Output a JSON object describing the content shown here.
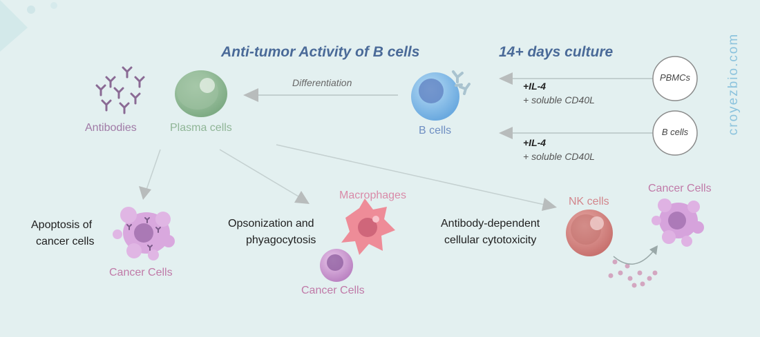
{
  "title": "Anti-tumor Activity of B cells",
  "culture": {
    "title": "14+ days culture",
    "source_top": "PBMCs",
    "source_bottom": "B cells",
    "cond_top": {
      "line1": "+IL-4",
      "line2": "+ soluble CD40L"
    },
    "cond_bottom": {
      "line1": "+IL-4",
      "line2": "+ soluble CD40L"
    }
  },
  "cells": {
    "b_cells": "B cells",
    "plasma_cells": "Plasma cells",
    "antibodies": "Antibodies",
    "differentiation": "Differentiation"
  },
  "mechanisms": {
    "apoptosis": {
      "line1": "Apoptosis of",
      "line2": "cancer cells",
      "target": "Cancer Cells"
    },
    "opsonization": {
      "line1": "Opsonization and",
      "line2": "phyagocytosis",
      "effector": "Macrophages",
      "target": "Cancer Cells"
    },
    "adcc": {
      "line1": "Antibody-dependent",
      "line2": "cellular cytotoxicity",
      "effector": "NK cells",
      "target": "Cancer Cells"
    }
  },
  "brand": "croyezbio.com",
  "colors": {
    "background": "#e3f0f0",
    "title": "#4a6a98",
    "b_cell": "#7fb8e6",
    "plasma_cell": "#8fb596",
    "cancer_cell": "#c88cc8",
    "macrophage": "#ee8c98",
    "nk_cell": "#d48484",
    "brand": "#8cc3dd"
  }
}
